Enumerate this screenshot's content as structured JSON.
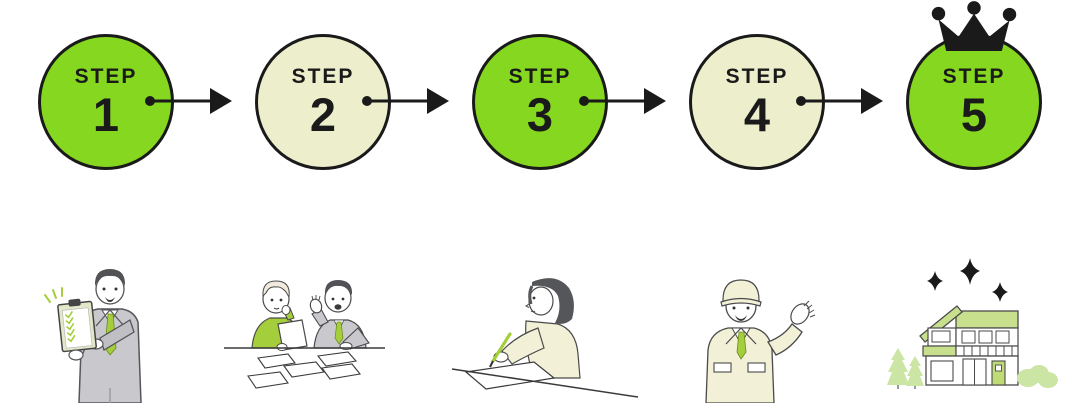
{
  "steps": [
    {
      "label": "STEP",
      "number": "1",
      "state": "highlighted",
      "fill": "#86D71F",
      "illustration": "businessman-showing-checklist"
    },
    {
      "label": "STEP",
      "number": "2",
      "state": "muted",
      "fill": "#EDEFCC",
      "illustration": "two-businessmen-meeting-documents"
    },
    {
      "label": "STEP",
      "number": "3",
      "state": "highlighted",
      "fill": "#86D71F",
      "illustration": "woman-writing-document"
    },
    {
      "label": "STEP",
      "number": "4",
      "state": "muted",
      "fill": "#EDEFCC",
      "illustration": "worker-presenting"
    },
    {
      "label": "STEP",
      "number": "5",
      "state": "highlighted",
      "fill": "#86D71F",
      "crown": true,
      "illustration": "new-house-sparkling"
    }
  ],
  "icons": {
    "arrow": "arrow-right-icon",
    "crown": "crown-icon",
    "sparkle": "sparkle-icon"
  },
  "colors": {
    "step_green": "#86D71F",
    "step_cream": "#EDEFCC",
    "outline_black": "#1A1A1A",
    "accent_green": "#A4CE3B",
    "pale_green": "#C8E08E",
    "suit_gray": "#C9C9CD",
    "cream_clothing": "#F2F0D6",
    "background": "#FFFFFF"
  }
}
